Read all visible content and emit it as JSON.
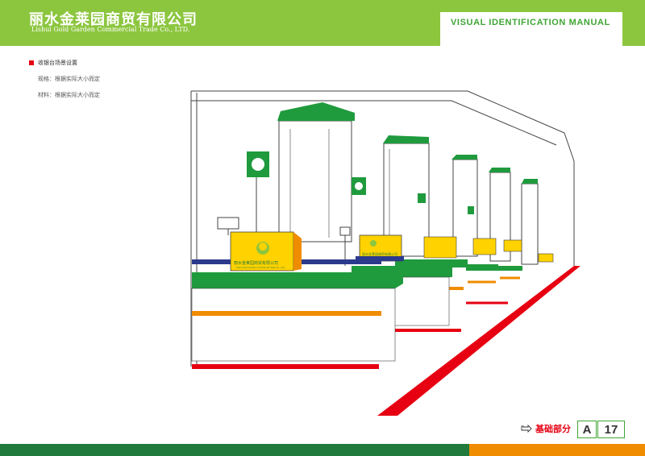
{
  "header": {
    "brand_cn": "丽水金莱园商贸有限公司",
    "brand_en": "Lishui Gold Garden Commercial Trade Co., LTD.",
    "manual_title": "VISUAL IDENTIFICATION MANUAL"
  },
  "notes": {
    "title": "收银台场景设置",
    "spec": "规格：根据实际大小而定",
    "material": "材料：根据实际大小而定"
  },
  "scene": {
    "counter_sign": "丽水金莱园商贸有限公司",
    "counter_sign_small": "Lishui Gold Garden Commercial Trade Co., Ltd.",
    "counter_sign_2": "丽水金莱园商贸有限公司",
    "logo_icon": "circle-logo-icon"
  },
  "footer": {
    "section_label": "基础部分",
    "section_code": "A",
    "page_number": "17"
  },
  "colors": {
    "brand_green": "#8cc63f",
    "dark_green": "#1f7a3b",
    "accent_green": "#3fa535",
    "orange": "#f08c00",
    "red": "#e60012",
    "yellow": "#ffd200"
  }
}
